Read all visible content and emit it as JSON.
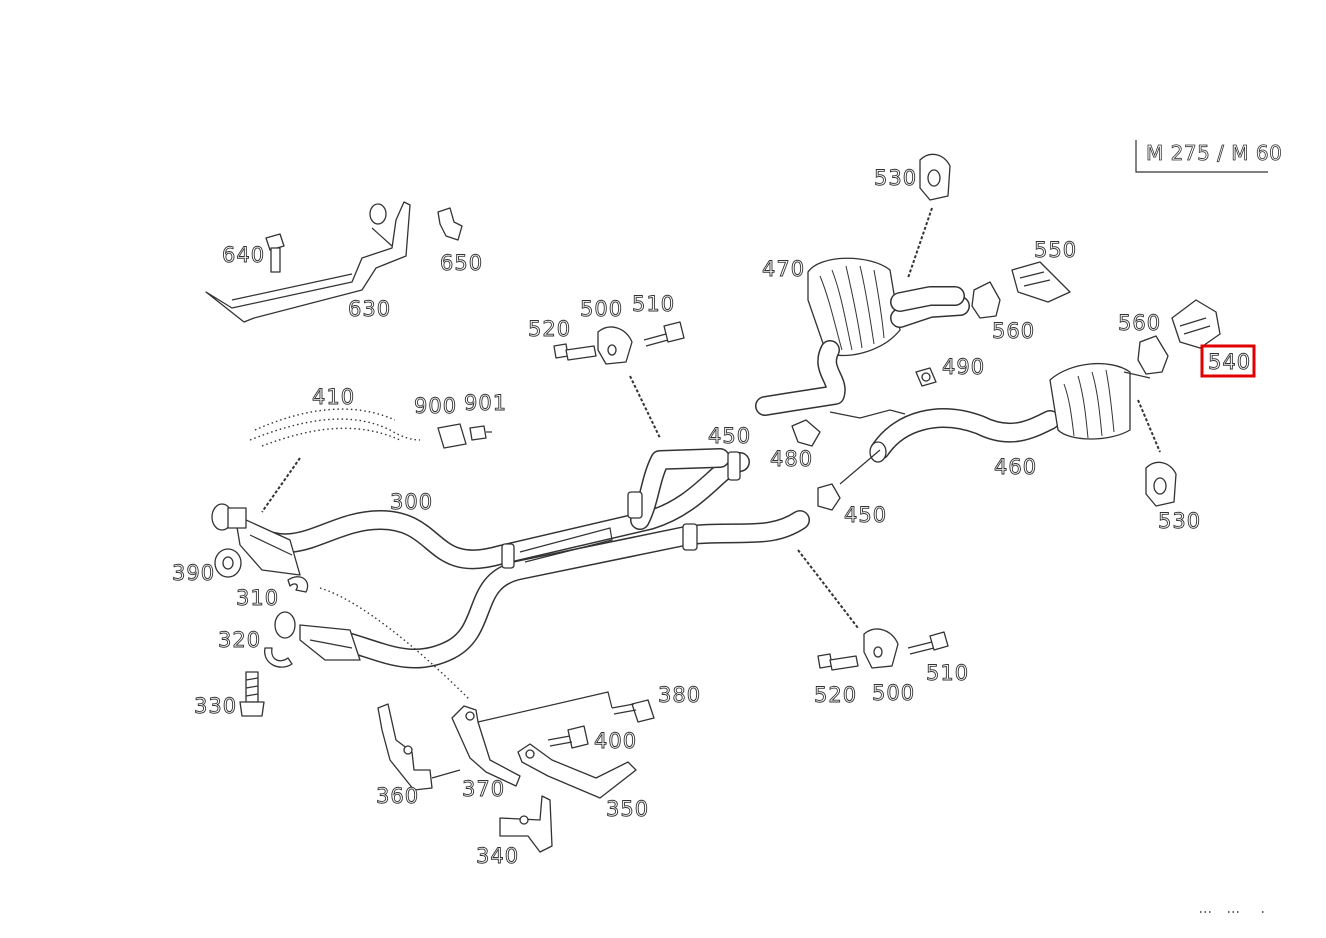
{
  "engine_badge": "M 275 / M 60",
  "highlight": "540",
  "labels": {
    "p300": "300",
    "p310": "310",
    "p320": "320",
    "p330": "330",
    "p340": "340",
    "p350": "350",
    "p360": "360",
    "p370": "370",
    "p380": "380",
    "p390": "390",
    "p400": "400",
    "p410": "410",
    "p450a": "450",
    "p450b": "450",
    "p460": "460",
    "p470": "470",
    "p480": "480",
    "p490": "490",
    "p500a": "500",
    "p500b": "500",
    "p510a": "510",
    "p510b": "510",
    "p520a": "520",
    "p520b": "520",
    "p530a": "530",
    "p530b": "530",
    "p540": "540",
    "p550": "550",
    "p560a": "560",
    "p560b": "560",
    "p630": "630",
    "p640": "640",
    "p650": "650",
    "p900": "900",
    "p901": "901"
  }
}
